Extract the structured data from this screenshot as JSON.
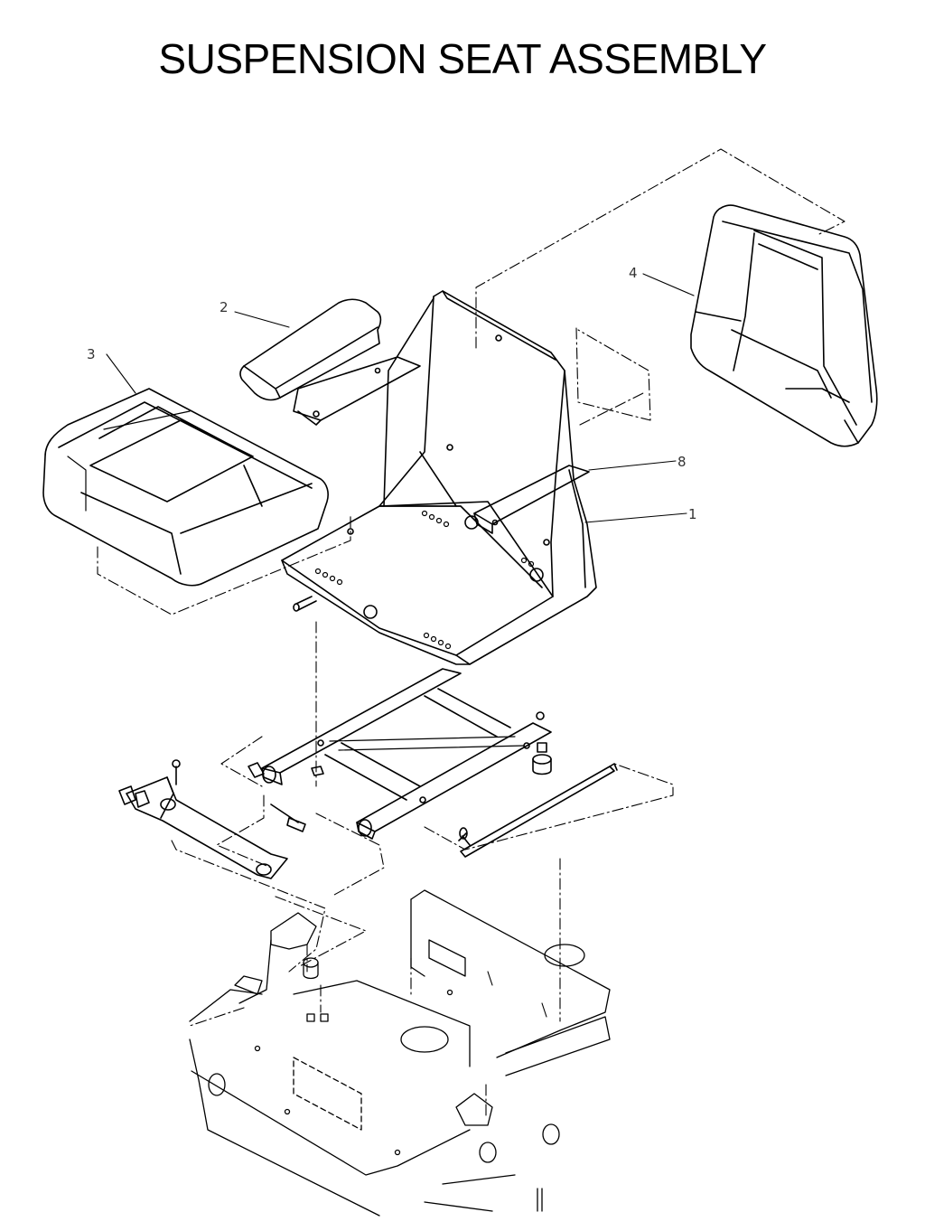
{
  "title": "SUSPENSION SEAT ASSEMBLY",
  "callouts": [
    {
      "id": "callout-1",
      "text": "1"
    },
    {
      "id": "callout-2",
      "text": "2"
    },
    {
      "id": "callout-3",
      "text": "3"
    },
    {
      "id": "callout-4",
      "text": "4"
    },
    {
      "id": "callout-8",
      "text": "8"
    }
  ]
}
